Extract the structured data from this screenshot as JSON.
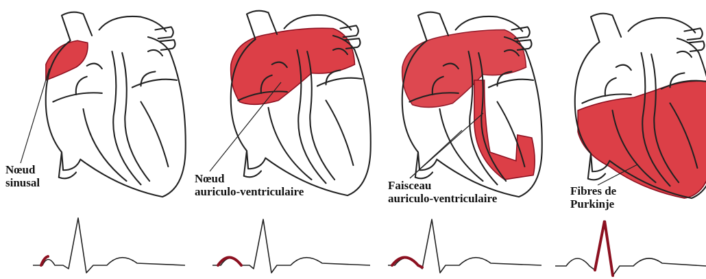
{
  "colors": {
    "activation": "#dc3f47",
    "activation_stroke": "#8c1020",
    "outline": "#222222",
    "ecg_line": "#222222"
  },
  "stages": [
    {
      "label_lines": [
        "Nœud",
        "sinusal"
      ]
    },
    {
      "label_lines": [
        "Nœud",
        "auriculo-ventriculaire"
      ]
    },
    {
      "label_lines": [
        "Faisceau",
        "auriculo-ventriculaire"
      ]
    },
    {
      "label_lines": [
        "Fibres de",
        "Purkinje"
      ]
    }
  ]
}
